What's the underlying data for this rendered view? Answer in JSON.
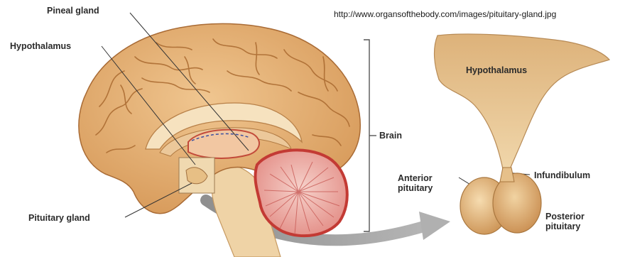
{
  "source_url": "http://www.organsofthebody.com/images/pituitary-gland.jpg",
  "brain_labels": {
    "pineal_gland": "Pineal gland",
    "hypothalamus": "Hypothalamus",
    "pituitary_gland": "Pituitary gland",
    "brain": "Brain"
  },
  "detail_labels": {
    "hypothalamus": "Hypothalamus",
    "infundibulum": "Infundibulum",
    "anterior_pituitary_line1": "Anterior",
    "anterior_pituitary_line2": "pituitary",
    "posterior_pituitary_line1": "Posterior",
    "posterior_pituitary_line2": "pituitary"
  },
  "colors": {
    "cortex": "#e6b27a",
    "cortex_dark": "#b8793f",
    "white_matter": "#f3dcb3",
    "cerebellum": "#e8a09a",
    "cerebellum_edge": "#c33a34",
    "brainstem": "#efd3a6",
    "arrow": "#9a9a9a",
    "gland": "#e0b57c"
  }
}
